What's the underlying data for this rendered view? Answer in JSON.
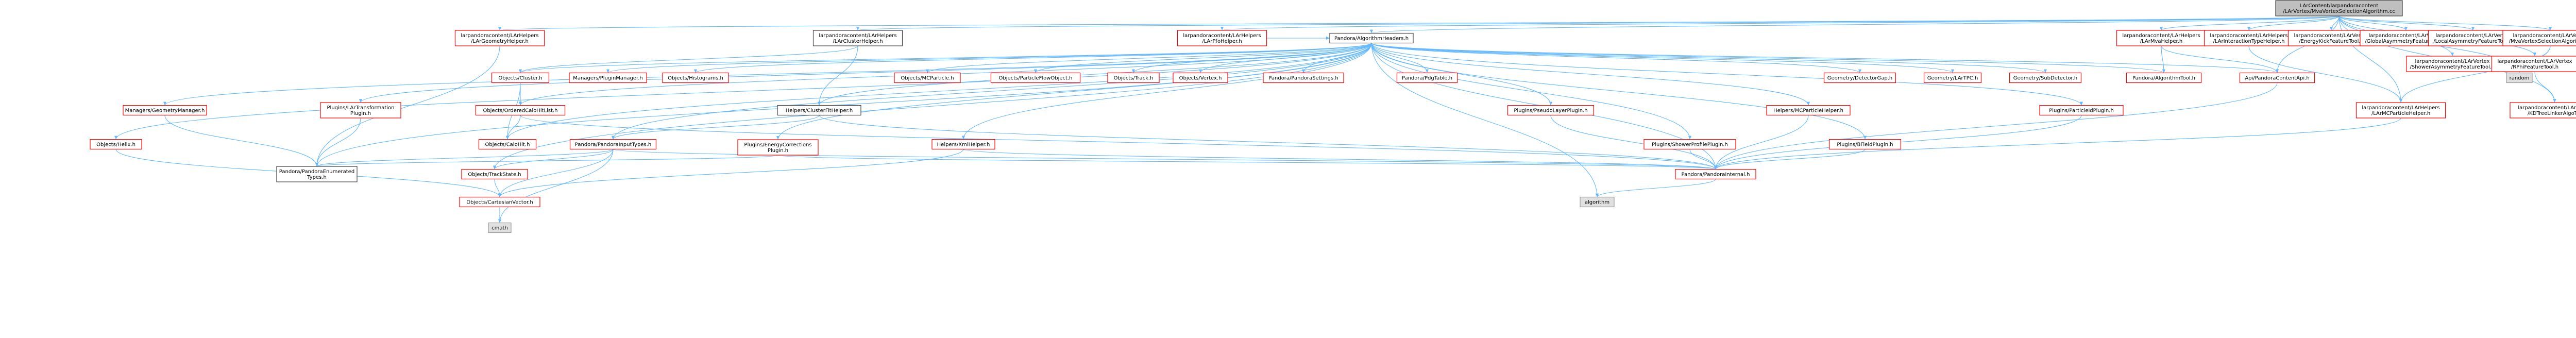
{
  "colors": {
    "root_fill": "#bfbfbf",
    "root_stroke": "#404040",
    "link_fill": "#ffffff",
    "link_stroke": "#ff0000",
    "gray_fill": "#e0e0e0",
    "gray_stroke": "#999999",
    "edge": "#63b8ff"
  },
  "nodes": [
    {
      "id": "root",
      "style": "root",
      "lines": [
        "LArContent/larpandoracontent",
        "/LArVertex/MvaVertexSelectionAlgorithm.cc"
      ]
    },
    {
      "id": "geomhelper",
      "style": "link",
      "lines": [
        "larpandoracontent/LArHelpers",
        "/LArGeometryHelper.h"
      ]
    },
    {
      "id": "clusterhelper",
      "style": "plain",
      "lines": [
        "larpandoracontent/LArHelpers",
        "/LArClusterHelper.h"
      ]
    },
    {
      "id": "pfohelper",
      "style": "link",
      "lines": [
        "larpandoracontent/LArHelpers",
        "/LArPfoHelper.h"
      ]
    },
    {
      "id": "pandoraalgheaders",
      "style": "plain",
      "lines": [
        "Pandora/AlgorithmHeaders.h"
      ]
    },
    {
      "id": "mvahelper",
      "style": "link",
      "lines": [
        "larpandoracontent/LArHelpers",
        "/LArMvaHelper.h"
      ]
    },
    {
      "id": "interactiontype",
      "style": "link",
      "lines": [
        "larpandoracontent/LArHelpers",
        "/LArInteractionTypeHelper.h"
      ]
    },
    {
      "id": "energykick",
      "style": "link",
      "lines": [
        "larpandoracontent/LArVertex",
        "/EnergyKickFeatureTool.h"
      ]
    },
    {
      "id": "globalasym",
      "style": "link",
      "lines": [
        "larpandoracontent/LArVertex",
        "/GlobalAsymmetryFeatureTool.h"
      ]
    },
    {
      "id": "localasym",
      "style": "link",
      "lines": [
        "larpandoracontent/LArVertex",
        "/LocalAsymmetryFeatureTool.h"
      ]
    },
    {
      "id": "mvavtxsel",
      "style": "link",
      "lines": [
        "larpandoracontent/LArVertex",
        "/MvaVertexSelectionAlgorithm.h"
      ]
    },
    {
      "id": "showerasym",
      "style": "link",
      "lines": [
        "larpandoracontent/LArVertex",
        "/ShowerAsymmetryFeatureTool.h"
      ]
    },
    {
      "id": "rphi",
      "style": "link",
      "lines": [
        "larpandoracontent/LArVertex",
        "/RPhiFeatureTool.h"
      ]
    },
    {
      "id": "cluster",
      "style": "link",
      "lines": [
        "Objects/Cluster.h"
      ]
    },
    {
      "id": "pluginmgr",
      "style": "link",
      "lines": [
        "Managers/PluginManager.h"
      ]
    },
    {
      "id": "histograms",
      "style": "link",
      "lines": [
        "Objects/Histograms.h"
      ]
    },
    {
      "id": "mcparticle",
      "style": "link",
      "lines": [
        "Objects/MCParticle.h"
      ]
    },
    {
      "id": "pfo",
      "style": "link",
      "lines": [
        "Objects/ParticleFlowObject.h"
      ]
    },
    {
      "id": "track",
      "style": "link",
      "lines": [
        "Objects/Track.h"
      ]
    },
    {
      "id": "vertex",
      "style": "link",
      "lines": [
        "Objects/Vertex.h"
      ]
    },
    {
      "id": "pandorasettings",
      "style": "link",
      "lines": [
        "Pandora/PandoraSettings.h"
      ]
    },
    {
      "id": "pdgtable",
      "style": "link",
      "lines": [
        "Pandora/PdgTable.h"
      ]
    },
    {
      "id": "detectorgap",
      "style": "link",
      "lines": [
        "Geometry/DetectorGap.h"
      ]
    },
    {
      "id": "lartpc",
      "style": "link",
      "lines": [
        "Geometry/LArTPC.h"
      ]
    },
    {
      "id": "subdetector",
      "style": "link",
      "lines": [
        "Geometry/SubDetector.h"
      ]
    },
    {
      "id": "algtool",
      "style": "link",
      "lines": [
        "Pandora/AlgorithmTool.h"
      ]
    },
    {
      "id": "contentapi",
      "style": "link",
      "lines": [
        "Api/PandoraContentApi.h"
      ]
    },
    {
      "id": "mcparticlehelperlar",
      "style": "link",
      "lines": [
        "larpandoracontent/LArHelpers",
        "/LArMCParticleHelper.h"
      ]
    },
    {
      "id": "random",
      "style": "gray",
      "lines": [
        "random"
      ]
    },
    {
      "id": "kdtree",
      "style": "link",
      "lines": [
        "larpandoracontent/LArUtility",
        "/KDTreeLinkerAlgoT.h"
      ]
    },
    {
      "id": "geommgr",
      "style": "link",
      "lines": [
        "Managers/GeometryManager.h"
      ]
    },
    {
      "id": "lartransplugin",
      "style": "link",
      "lines": [
        "Plugins/LArTransformation",
        "Plugin.h"
      ]
    },
    {
      "id": "orderedcalo",
      "style": "link",
      "lines": [
        "Objects/OrderedCaloHitList.h"
      ]
    },
    {
      "id": "clusterfithelper",
      "style": "plain",
      "lines": [
        "Helpers/ClusterFitHelper.h"
      ]
    },
    {
      "id": "pseudolayer",
      "style": "link",
      "lines": [
        "Plugins/PseudoLayerPlugin.h"
      ]
    },
    {
      "id": "mcparticlehelper",
      "style": "link",
      "lines": [
        "Helpers/MCParticleHelper.h"
      ]
    },
    {
      "id": "particleid",
      "style": "link",
      "lines": [
        "Plugins/ParticleIdPlugin.h"
      ]
    },
    {
      "id": "calohit",
      "style": "link",
      "lines": [
        "Objects/CaloHit.h"
      ]
    },
    {
      "id": "pandorainputtypes",
      "style": "link",
      "lines": [
        "Pandora/PandoraInputTypes.h"
      ]
    },
    {
      "id": "energycorr",
      "style": "link",
      "lines": [
        "Plugins/EnergyCorrections",
        "Plugin.h"
      ]
    },
    {
      "id": "xmlhelper",
      "style": "link",
      "lines": [
        "Helpers/XmlHelper.h"
      ]
    },
    {
      "id": "showerprofile",
      "style": "link",
      "lines": [
        "Plugins/ShowerProfilePlugin.h"
      ]
    },
    {
      "id": "bfield",
      "style": "link",
      "lines": [
        "Plugins/BFieldPlugin.h"
      ]
    },
    {
      "id": "helix",
      "style": "link",
      "lines": [
        "Objects/Helix.h"
      ]
    },
    {
      "id": "enumerated",
      "style": "plain",
      "lines": [
        "Pandora/PandoraEnumerated",
        "Types.h"
      ]
    },
    {
      "id": "trackstate",
      "style": "link",
      "lines": [
        "Objects/TrackState.h"
      ]
    },
    {
      "id": "pandorainternal",
      "style": "link",
      "lines": [
        "Pandora/PandoraInternal.h"
      ]
    },
    {
      "id": "cartesian",
      "style": "link",
      "lines": [
        "Objects/CartesianVector.h"
      ]
    },
    {
      "id": "algorithm",
      "style": "gray",
      "lines": [
        "algorithm"
      ]
    },
    {
      "id": "cmath",
      "style": "gray",
      "lines": [
        "cmath"
      ]
    }
  ],
  "edges": [
    [
      "root",
      "geomhelper"
    ],
    [
      "root",
      "clusterhelper"
    ],
    [
      "root",
      "pfohelper"
    ],
    [
      "root",
      "pandoraalgheaders"
    ],
    [
      "root",
      "mvahelper"
    ],
    [
      "root",
      "interactiontype"
    ],
    [
      "root",
      "energykick"
    ],
    [
      "root",
      "globalasym"
    ],
    [
      "root",
      "localasym"
    ],
    [
      "root",
      "mvavtxsel"
    ],
    [
      "root",
      "showerasym"
    ],
    [
      "root",
      "rphi"
    ],
    [
      "root",
      "kdtree"
    ],
    [
      "root",
      "random"
    ],
    [
      "root",
      "contentapi"
    ],
    [
      "root",
      "mcparticlehelperlar"
    ],
    [
      "geomhelper",
      "enumerated"
    ],
    [
      "clusterhelper",
      "cluster"
    ],
    [
      "clusterhelper",
      "clusterfithelper"
    ],
    [
      "pfohelper",
      "pandoraalgheaders"
    ],
    [
      "pandoraalgheaders",
      "cluster"
    ],
    [
      "pandoraalgheaders",
      "pluginmgr"
    ],
    [
      "pandoraalgheaders",
      "histograms"
    ],
    [
      "pandoraalgheaders",
      "mcparticle"
    ],
    [
      "pandoraalgheaders",
      "pfo"
    ],
    [
      "pandoraalgheaders",
      "track"
    ],
    [
      "pandoraalgheaders",
      "vertex"
    ],
    [
      "pandoraalgheaders",
      "pandorasettings"
    ],
    [
      "pandoraalgheaders",
      "pdgtable"
    ],
    [
      "pandoraalgheaders",
      "detectorgap"
    ],
    [
      "pandoraalgheaders",
      "lartpc"
    ],
    [
      "pandoraalgheaders",
      "subdetector"
    ],
    [
      "pandoraalgheaders",
      "algtool"
    ],
    [
      "pandoraalgheaders",
      "contentapi"
    ],
    [
      "pandoraalgheaders",
      "geommgr"
    ],
    [
      "pandoraalgheaders",
      "lartransplugin"
    ],
    [
      "pandoraalgheaders",
      "clusterfithelper"
    ],
    [
      "pandoraalgheaders",
      "pseudolayer"
    ],
    [
      "pandoraalgheaders",
      "mcparticlehelper"
    ],
    [
      "pandoraalgheaders",
      "particleid"
    ],
    [
      "pandoraalgheaders",
      "calohit"
    ],
    [
      "pandoraalgheaders",
      "pandorainputtypes"
    ],
    [
      "pandoraalgheaders",
      "xmlhelper"
    ],
    [
      "pandoraalgheaders",
      "showerprofile"
    ],
    [
      "pandoraalgheaders",
      "bfield"
    ],
    [
      "pandoraalgheaders",
      "helix"
    ],
    [
      "pandoraalgheaders",
      "enumerated"
    ],
    [
      "pandoraalgheaders",
      "trackstate"
    ],
    [
      "pandoraalgheaders",
      "pandorainternal"
    ],
    [
      "pandoraalgheaders",
      "algorithm"
    ],
    [
      "pandoraalgheaders",
      "energycorr"
    ],
    [
      "pandoraalgheaders",
      "orderedcalo"
    ],
    [
      "mvahelper",
      "algtool"
    ],
    [
      "mvahelper",
      "contentapi"
    ],
    [
      "interactiontype",
      "mcparticlehelperlar"
    ],
    [
      "mvavtxsel",
      "random"
    ],
    [
      "mvavtxsel",
      "mcparticlehelperlar"
    ],
    [
      "rphi",
      "kdtree"
    ],
    [
      "mcparticlehelperlar",
      "pandorainternal"
    ],
    [
      "contentapi",
      "pandorainternal"
    ],
    [
      "cluster",
      "orderedcalo"
    ],
    [
      "cluster",
      "calohit"
    ],
    [
      "orderedcalo",
      "calohit"
    ],
    [
      "orderedcalo",
      "pandorainternal"
    ],
    [
      "clusterfithelper",
      "pandorainternal"
    ],
    [
      "clusterfithelper",
      "pandorainputtypes"
    ],
    [
      "geommgr",
      "enumerated"
    ],
    [
      "lartransplugin",
      "enumerated"
    ],
    [
      "pseudolayer",
      "pandorainternal"
    ],
    [
      "mcparticlehelper",
      "pandorainternal"
    ],
    [
      "particleid",
      "pandorainternal"
    ],
    [
      "pandorainputtypes",
      "enumerated"
    ],
    [
      "pandorainputtypes",
      "trackstate"
    ],
    [
      "pandorainputtypes",
      "cartesian"
    ],
    [
      "pandorainputtypes",
      "pandorainternal"
    ],
    [
      "pandorainputtypes",
      "cmath"
    ],
    [
      "energycorr",
      "enumerated"
    ],
    [
      "energycorr",
      "pandorainternal"
    ],
    [
      "xmlhelper",
      "cartesian"
    ],
    [
      "xmlhelper",
      "pandorainternal"
    ],
    [
      "showerprofile",
      "pandorainternal"
    ],
    [
      "bfield",
      "pandorainternal"
    ],
    [
      "helix",
      "cartesian"
    ],
    [
      "trackstate",
      "cartesian"
    ],
    [
      "pandorainternal",
      "algorithm"
    ],
    [
      "cartesian",
      "cmath"
    ]
  ]
}
